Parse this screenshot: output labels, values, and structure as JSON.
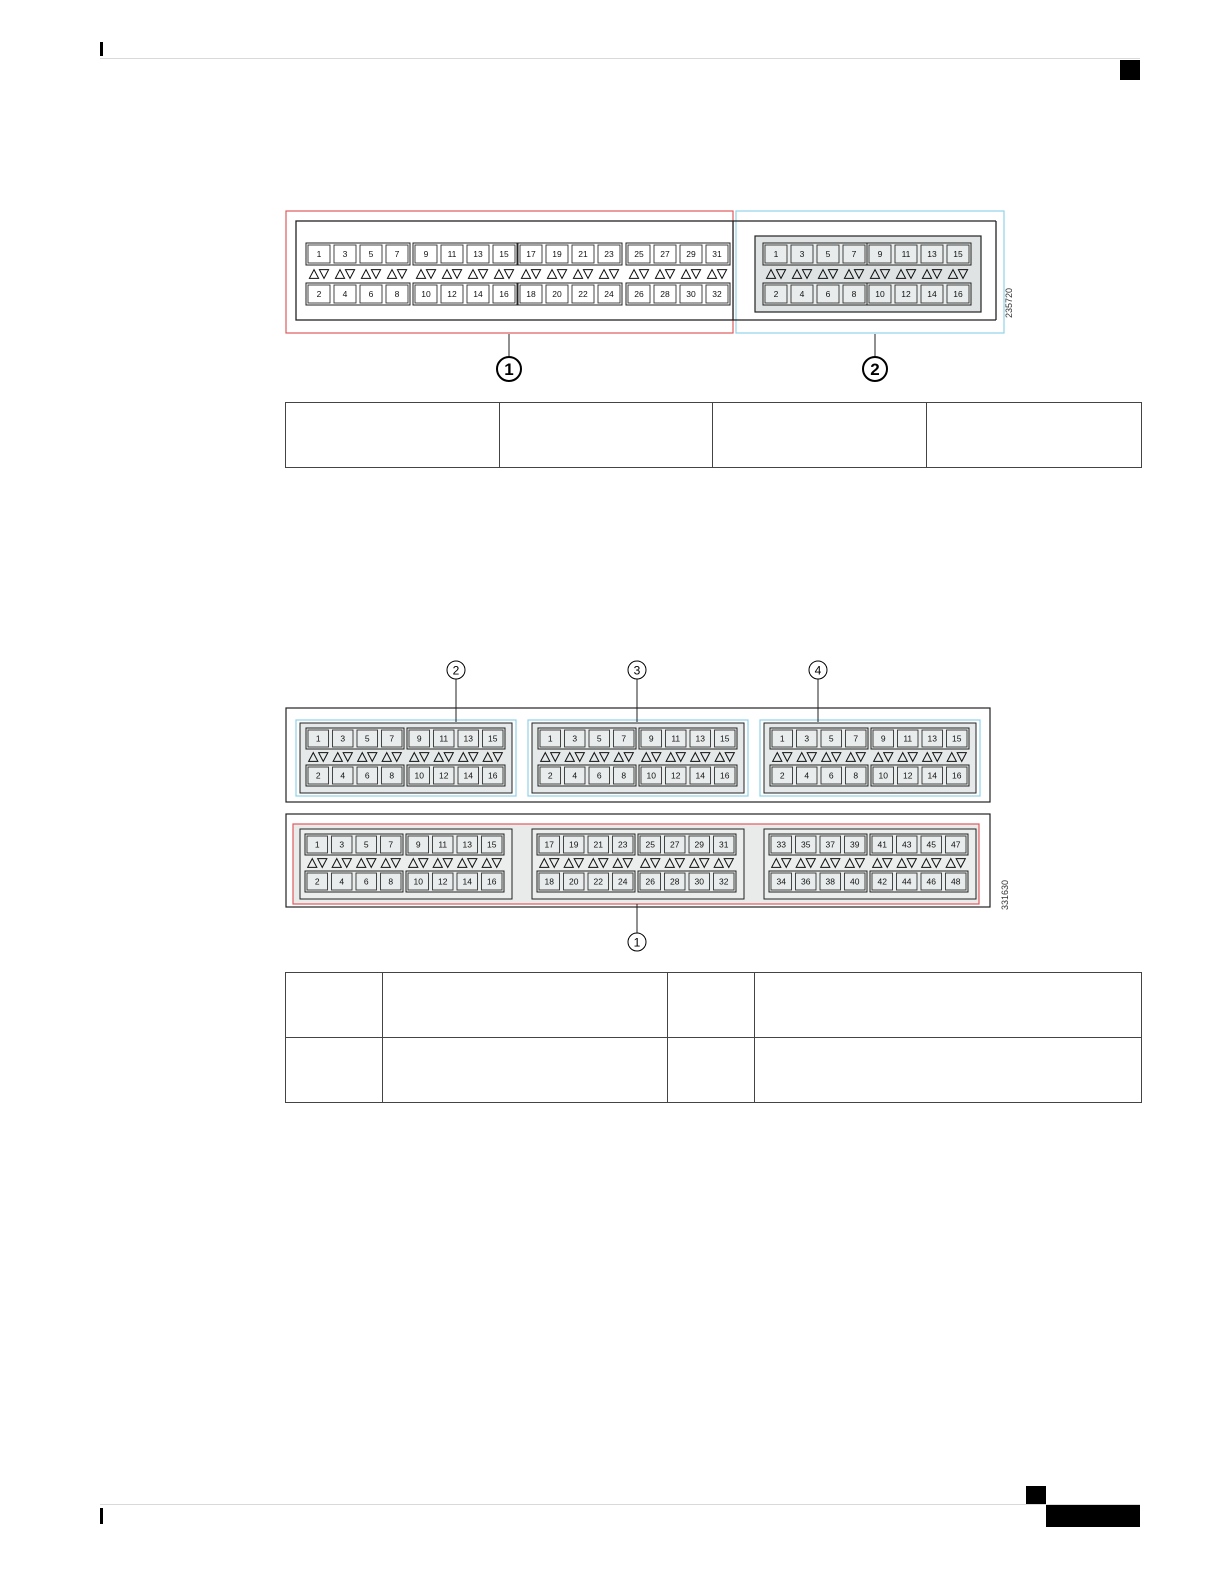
{
  "figure1": {
    "callouts": [
      "1",
      "2"
    ],
    "figure_id": "235720",
    "main_groups": [
      {
        "top": [
          "1",
          "3",
          "5",
          "7"
        ],
        "bottom": [
          "2",
          "4",
          "6",
          "8"
        ]
      },
      {
        "top": [
          "9",
          "11",
          "13",
          "15"
        ],
        "bottom": [
          "10",
          "12",
          "14",
          "16"
        ]
      },
      {
        "top": [
          "17",
          "19",
          "21",
          "23"
        ],
        "bottom": [
          "18",
          "20",
          "22",
          "24"
        ]
      },
      {
        "top": [
          "25",
          "27",
          "29",
          "31"
        ],
        "bottom": [
          "26",
          "28",
          "30",
          "32"
        ]
      }
    ],
    "module_groups": [
      {
        "top": [
          "1",
          "3",
          "5",
          "7"
        ],
        "bottom": [
          "2",
          "4",
          "6",
          "8"
        ]
      },
      {
        "top": [
          "9",
          "11",
          "13",
          "15"
        ],
        "bottom": [
          "10",
          "12",
          "14",
          "16"
        ]
      }
    ],
    "main_outline_color": "#e05a5a",
    "module_outline_color": "#8fd3e8"
  },
  "figure2": {
    "callouts": [
      "1",
      "2",
      "3",
      "4"
    ],
    "figure_id": "331630",
    "module_groups": [
      {
        "top": [
          "1",
          "3",
          "5",
          "7"
        ],
        "bottom": [
          "2",
          "4",
          "6",
          "8"
        ]
      },
      {
        "top": [
          "9",
          "11",
          "13",
          "15"
        ],
        "bottom": [
          "10",
          "12",
          "14",
          "16"
        ]
      }
    ],
    "base_groups": [
      {
        "top": [
          "1",
          "3",
          "5",
          "7"
        ],
        "bottom": [
          "2",
          "4",
          "6",
          "8"
        ]
      },
      {
        "top": [
          "9",
          "11",
          "13",
          "15"
        ],
        "bottom": [
          "10",
          "12",
          "14",
          "16"
        ]
      },
      {
        "top": [
          "17",
          "19",
          "21",
          "23"
        ],
        "bottom": [
          "18",
          "20",
          "22",
          "24"
        ]
      },
      {
        "top": [
          "25",
          "27",
          "29",
          "31"
        ],
        "bottom": [
          "26",
          "28",
          "30",
          "32"
        ]
      },
      {
        "top": [
          "33",
          "35",
          "37",
          "39"
        ],
        "bottom": [
          "34",
          "36",
          "38",
          "40"
        ]
      },
      {
        "top": [
          "41",
          "43",
          "45",
          "47"
        ],
        "bottom": [
          "42",
          "44",
          "46",
          "48"
        ]
      }
    ],
    "arrow_glyph": "△▽",
    "module_outline_color": "#8fd3e8",
    "base_outline_color": "#e05a5a"
  },
  "table1": {
    "cells": [
      [
        "",
        "",
        "",
        ""
      ]
    ]
  },
  "table2": {
    "cells": [
      [
        "",
        "",
        "",
        ""
      ],
      [
        "",
        "",
        "",
        ""
      ]
    ]
  }
}
